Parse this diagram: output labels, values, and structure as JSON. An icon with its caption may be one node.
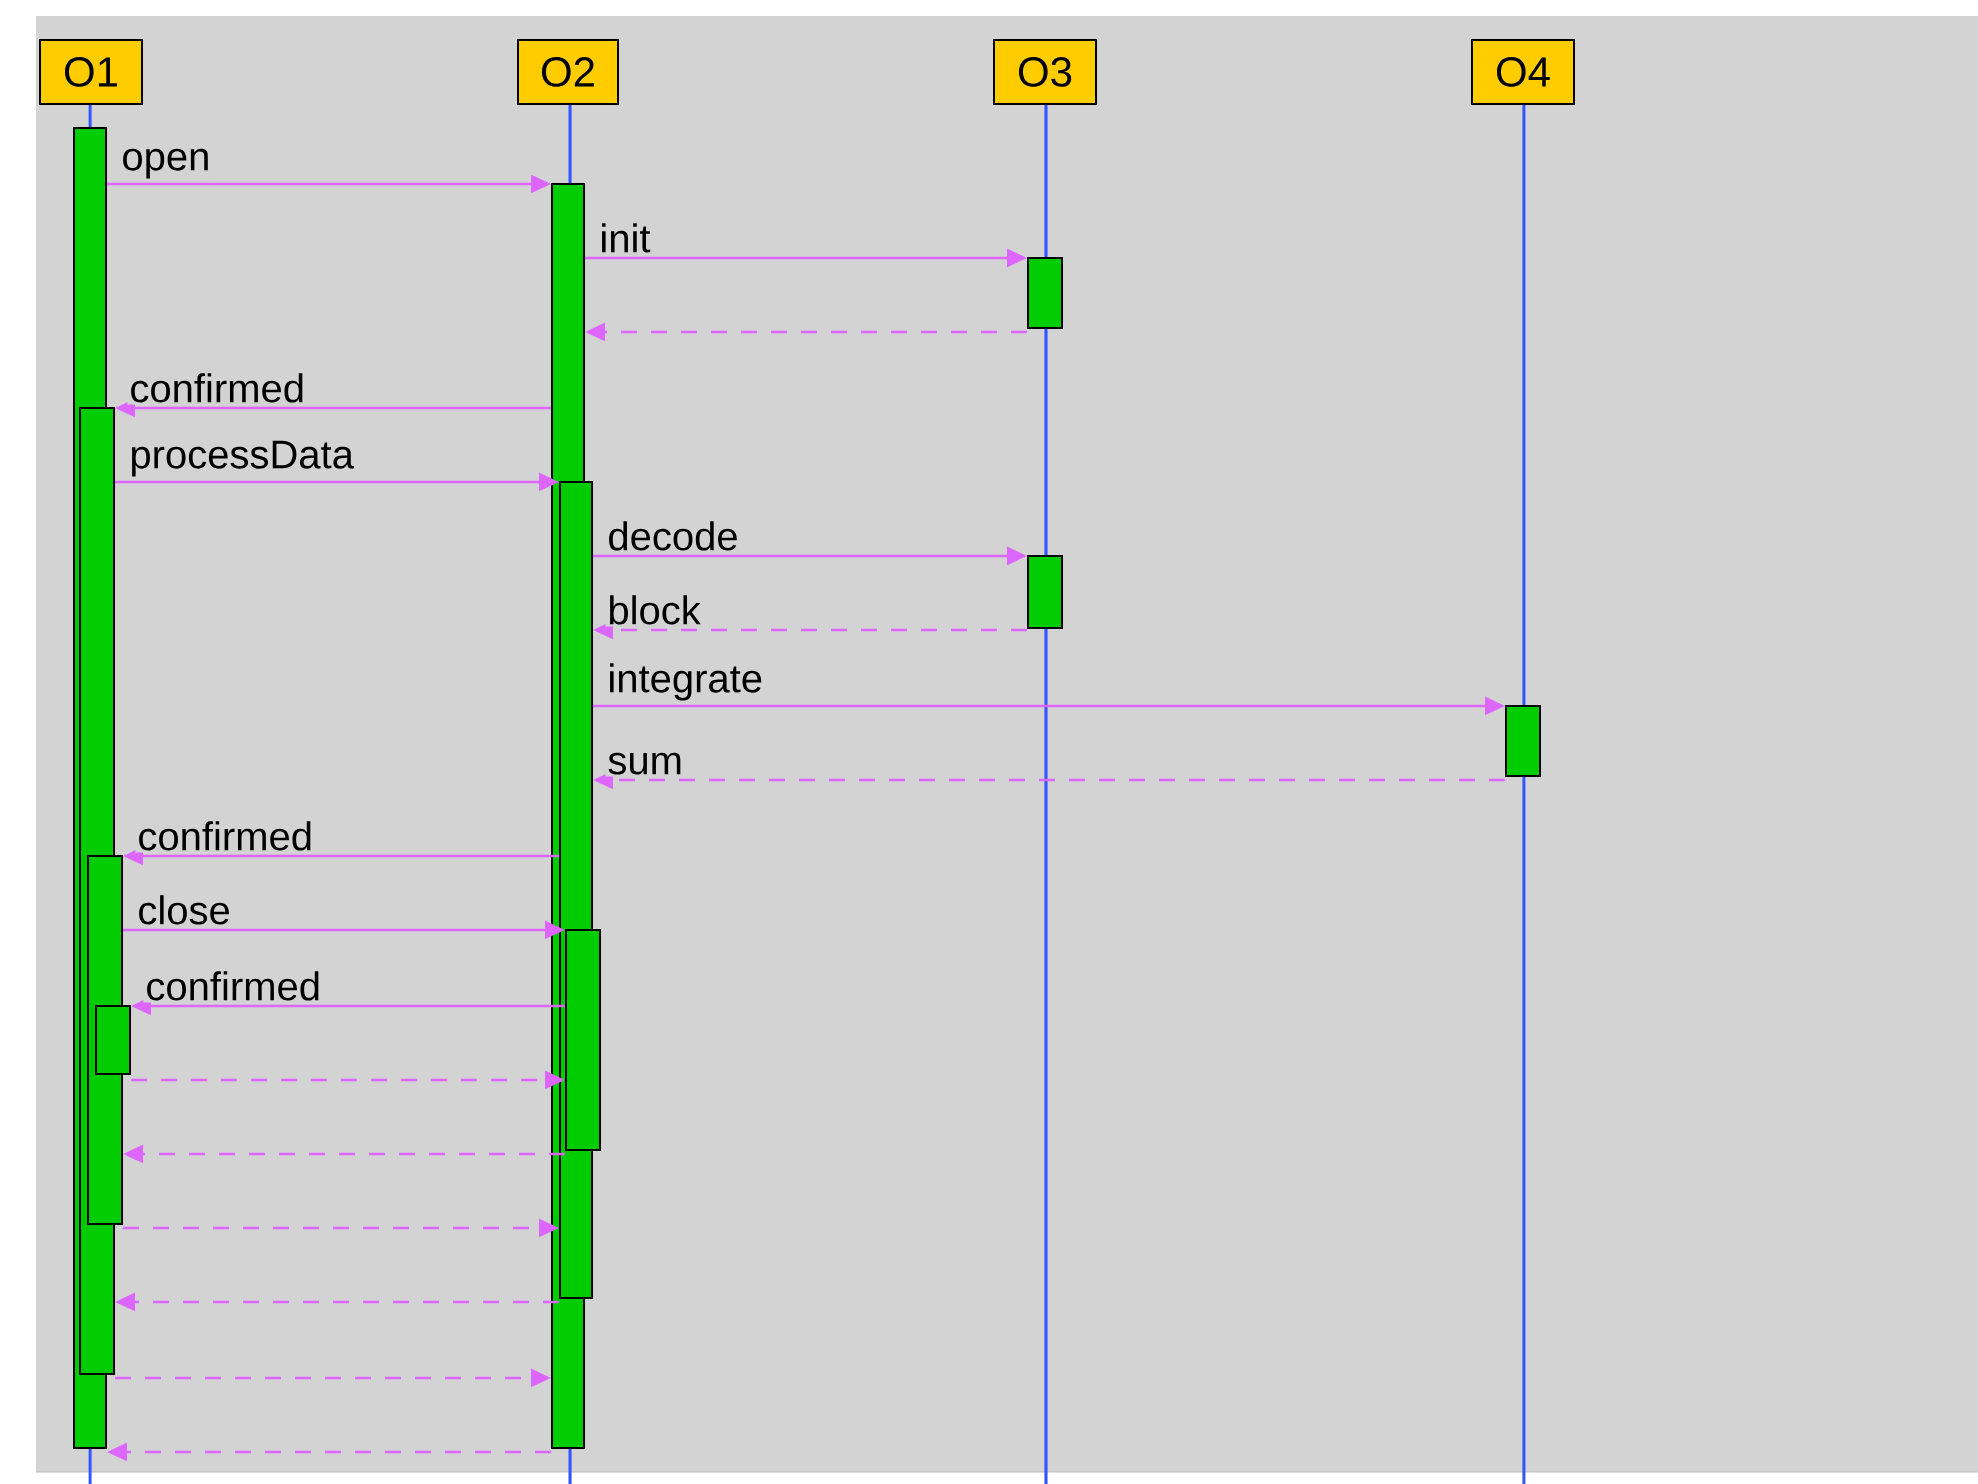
{
  "diagram": {
    "nodes": [
      {
        "text": [
          "O1"
        ]
      },
      {
        "text": [
          "O2"
        ]
      },
      {
        "text": [
          "O3"
        ]
      },
      {
        "text": [
          "O4"
        ]
      },
      {
        "text": [],
        "shape": "bar"
      },
      {
        "text": [],
        "shape": "bar"
      },
      {
        "text": [],
        "shape": "bar"
      },
      {
        "text": [],
        "shape": "bar"
      },
      {
        "text": [],
        "shape": "bar"
      },
      {
        "text": [],
        "shape": "bar"
      },
      {
        "text": [],
        "shape": "bar"
      },
      {
        "text": [],
        "shape": "bar"
      },
      {
        "text": [],
        "shape": "bar"
      },
      {
        "text": [],
        "shape": "bar"
      }
    ],
    "edges": [
      {
        "from": 4,
        "to": 8,
        "arrow": "to",
        "label": "open"
      },
      {
        "from": 8,
        "to": 11,
        "arrow": "to",
        "label": "init"
      },
      {
        "from": 11,
        "to": 8,
        "arrow": "to",
        "style": "dashed"
      },
      {
        "from": 8,
        "to": 5,
        "arrow": "to",
        "label": "confirmed"
      },
      {
        "from": 5,
        "to": 9,
        "arrow": "to",
        "label": "processData"
      },
      {
        "from": 9,
        "to": 12,
        "arrow": "to",
        "label": "decode"
      },
      {
        "from": 12,
        "to": 9,
        "arrow": "to",
        "style": "dashed",
        "label": "block"
      },
      {
        "from": 9,
        "to": 13,
        "arrow": "to",
        "label": "integrate"
      },
      {
        "from": 13,
        "to": 9,
        "arrow": "to",
        "style": "dashed",
        "label": "sum"
      },
      {
        "from": 9,
        "to": 6,
        "arrow": "to",
        "label": "confirmed"
      },
      {
        "from": 6,
        "to": 10,
        "arrow": "to",
        "label": "close"
      },
      {
        "from": 10,
        "to": 7,
        "arrow": "to",
        "label": "confirmed"
      },
      {
        "from": 7,
        "to": 10,
        "arrow": "to",
        "style": "dashed"
      },
      {
        "from": 10,
        "to": 6,
        "arrow": "to",
        "style": "dashed"
      },
      {
        "from": 6,
        "to": 9,
        "arrow": "to",
        "style": "dashed"
      },
      {
        "from": 9,
        "to": 5,
        "arrow": "to",
        "style": "dashed"
      },
      {
        "from": 5,
        "to": 8,
        "arrow": "to",
        "style": "dashed"
      },
      {
        "from": 8,
        "to": 4,
        "arrow": "to",
        "style": "dashed"
      }
    ]
  }
}
